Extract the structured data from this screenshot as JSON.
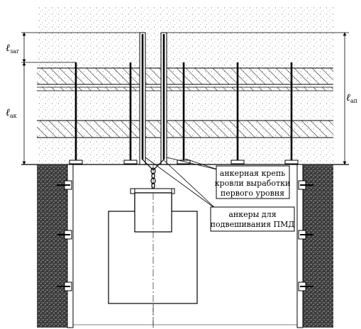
{
  "dimensions": {
    "l_zag": {
      "main": "ℓ",
      "sub": "заг"
    },
    "l_ak": {
      "main": "ℓ",
      "sub": "ак"
    },
    "l_ap": {
      "main": "ℓ",
      "sub": "ап"
    }
  },
  "callouts": {
    "roof_bolting": [
      "анкерная крепь",
      "кровли выработки",
      "первого уровня"
    ],
    "suspension_anchors": [
      "анкеры для",
      "подвешивания ПМД"
    ]
  },
  "colors": {
    "ink": "#000000",
    "paper": "#ffffff",
    "rock": "#2a2a2a"
  }
}
